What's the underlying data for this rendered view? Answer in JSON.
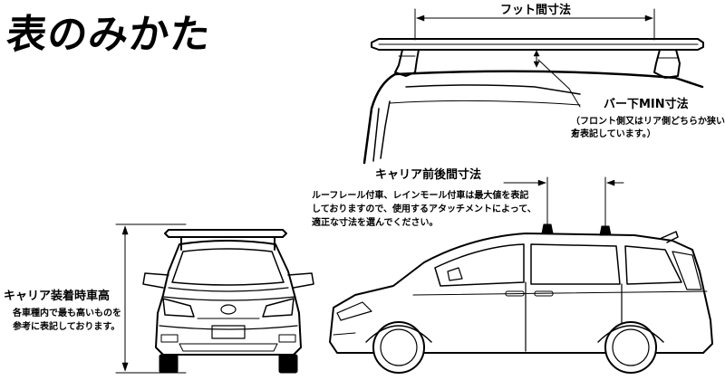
{
  "title": "表のみかた",
  "labels": {
    "foot_spacing": "フット間寸法",
    "bar_min": "バー下MIN寸法",
    "bar_min_note_1": "（フロント側又はリア側どちらか狭い方",
    "bar_min_note_2": "を表記しています。）",
    "carrier_spacing": "キャリア前後間寸法",
    "carrier_note_1": "ルーフレール付車、レインモール付車は最大値を表記",
    "carrier_note_2": "しておりますので、使用するアタッチメントによって、",
    "carrier_note_3": "適正な寸法を選んでください。",
    "height": "キャリア装着時車高",
    "height_note_1": "各車種内で最も高いものを",
    "height_note_2": "参考に表記しております。"
  },
  "colors": {
    "line": "#000000",
    "background": "#ffffff"
  }
}
